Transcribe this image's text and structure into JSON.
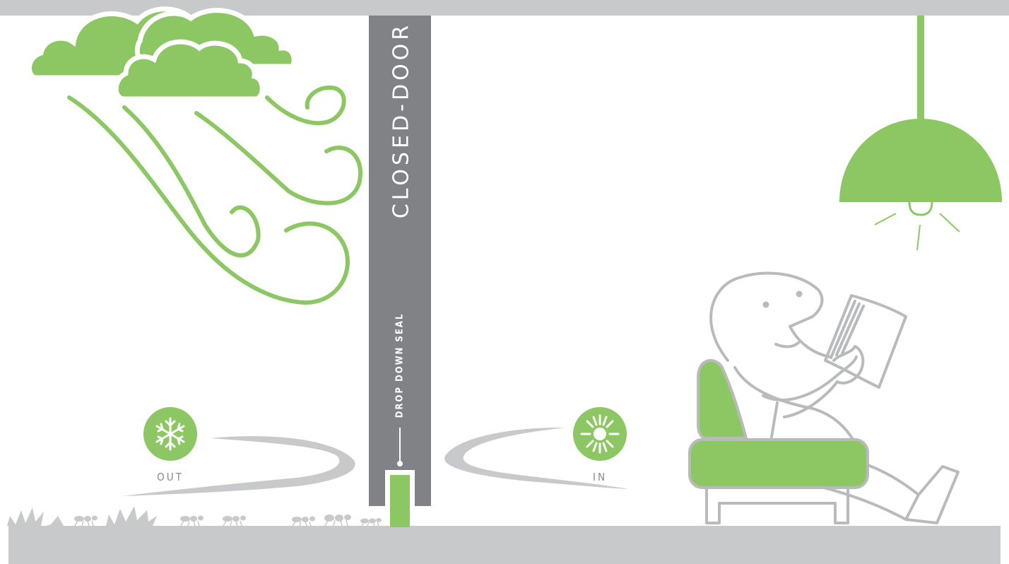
{
  "door": {
    "title": "CLOSED-DOOR",
    "seal_label": "DROP DOWN SEAL"
  },
  "outside": {
    "label": "OUT",
    "icon": "snowflake-icon"
  },
  "inside": {
    "label": "IN",
    "icon": "sun-icon"
  },
  "colors": {
    "green": "#8cc764",
    "gray": "#c8c9cb",
    "door": "#808285",
    "outline": "#b9babc",
    "label": "#888a8d"
  }
}
